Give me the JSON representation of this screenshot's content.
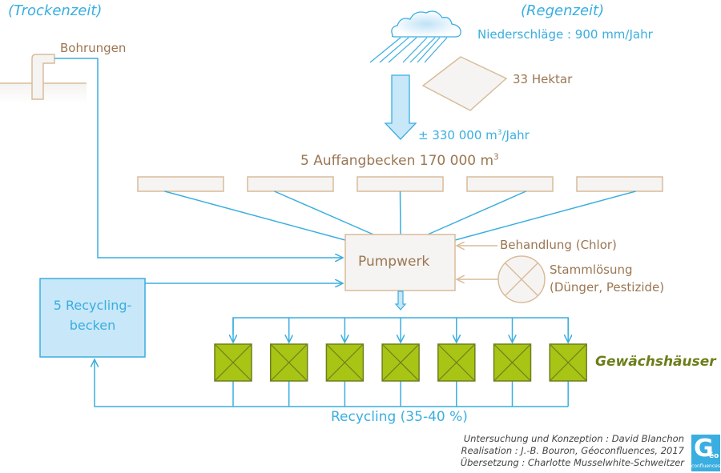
{
  "seasons": {
    "dry": "(Trockenzeit)",
    "rainy": "(Regenzeit)"
  },
  "sources": {
    "boreholes": "Bohrungen",
    "precipitation": "Niederschläge : 900 mm/Jahr",
    "area": "33 Hektar",
    "runoff_value": "± 330 000 m",
    "runoff_sup": "3",
    "runoff_unit": "/Jahr"
  },
  "storage": {
    "catchment_label": "5 Auffangbecken 170 000 m",
    "catchment_sup": "3",
    "catchment_basin_count": 5
  },
  "pump": {
    "label": "Pumpwerk",
    "treatment": "Behandlung (Chlor)",
    "stock_solution_line1": "Stammlösung",
    "stock_solution_line2": "(Dünger, Pestizide)"
  },
  "recycling": {
    "basin_line1": "5 Recycling-",
    "basin_line2": "becken",
    "label": "Recycling (35-40 %)"
  },
  "greenhouses": {
    "label": "Gewächshäuser",
    "count": 7
  },
  "credits": {
    "line1": "Untersuchung und Konzeption : David Blanchon",
    "line2": "Realisation : J.-B. Bouron, Géoconfluences, 2017",
    "line3": "Übersetzung : Charlotte Musselwhite-Schweitzer"
  },
  "logo": {
    "letter": "G",
    "accent": "éo",
    "word": "confluences"
  },
  "colors": {
    "water_blue": "#3aaee0",
    "light_blue_fill": "#c8e7f8",
    "tan_stroke": "#d9bc9a",
    "tan_text": "#9b7652",
    "box_fill": "#f5f4f2",
    "greenhouse_fill": "#a8c414",
    "greenhouse_stroke": "#6d7f1e"
  }
}
